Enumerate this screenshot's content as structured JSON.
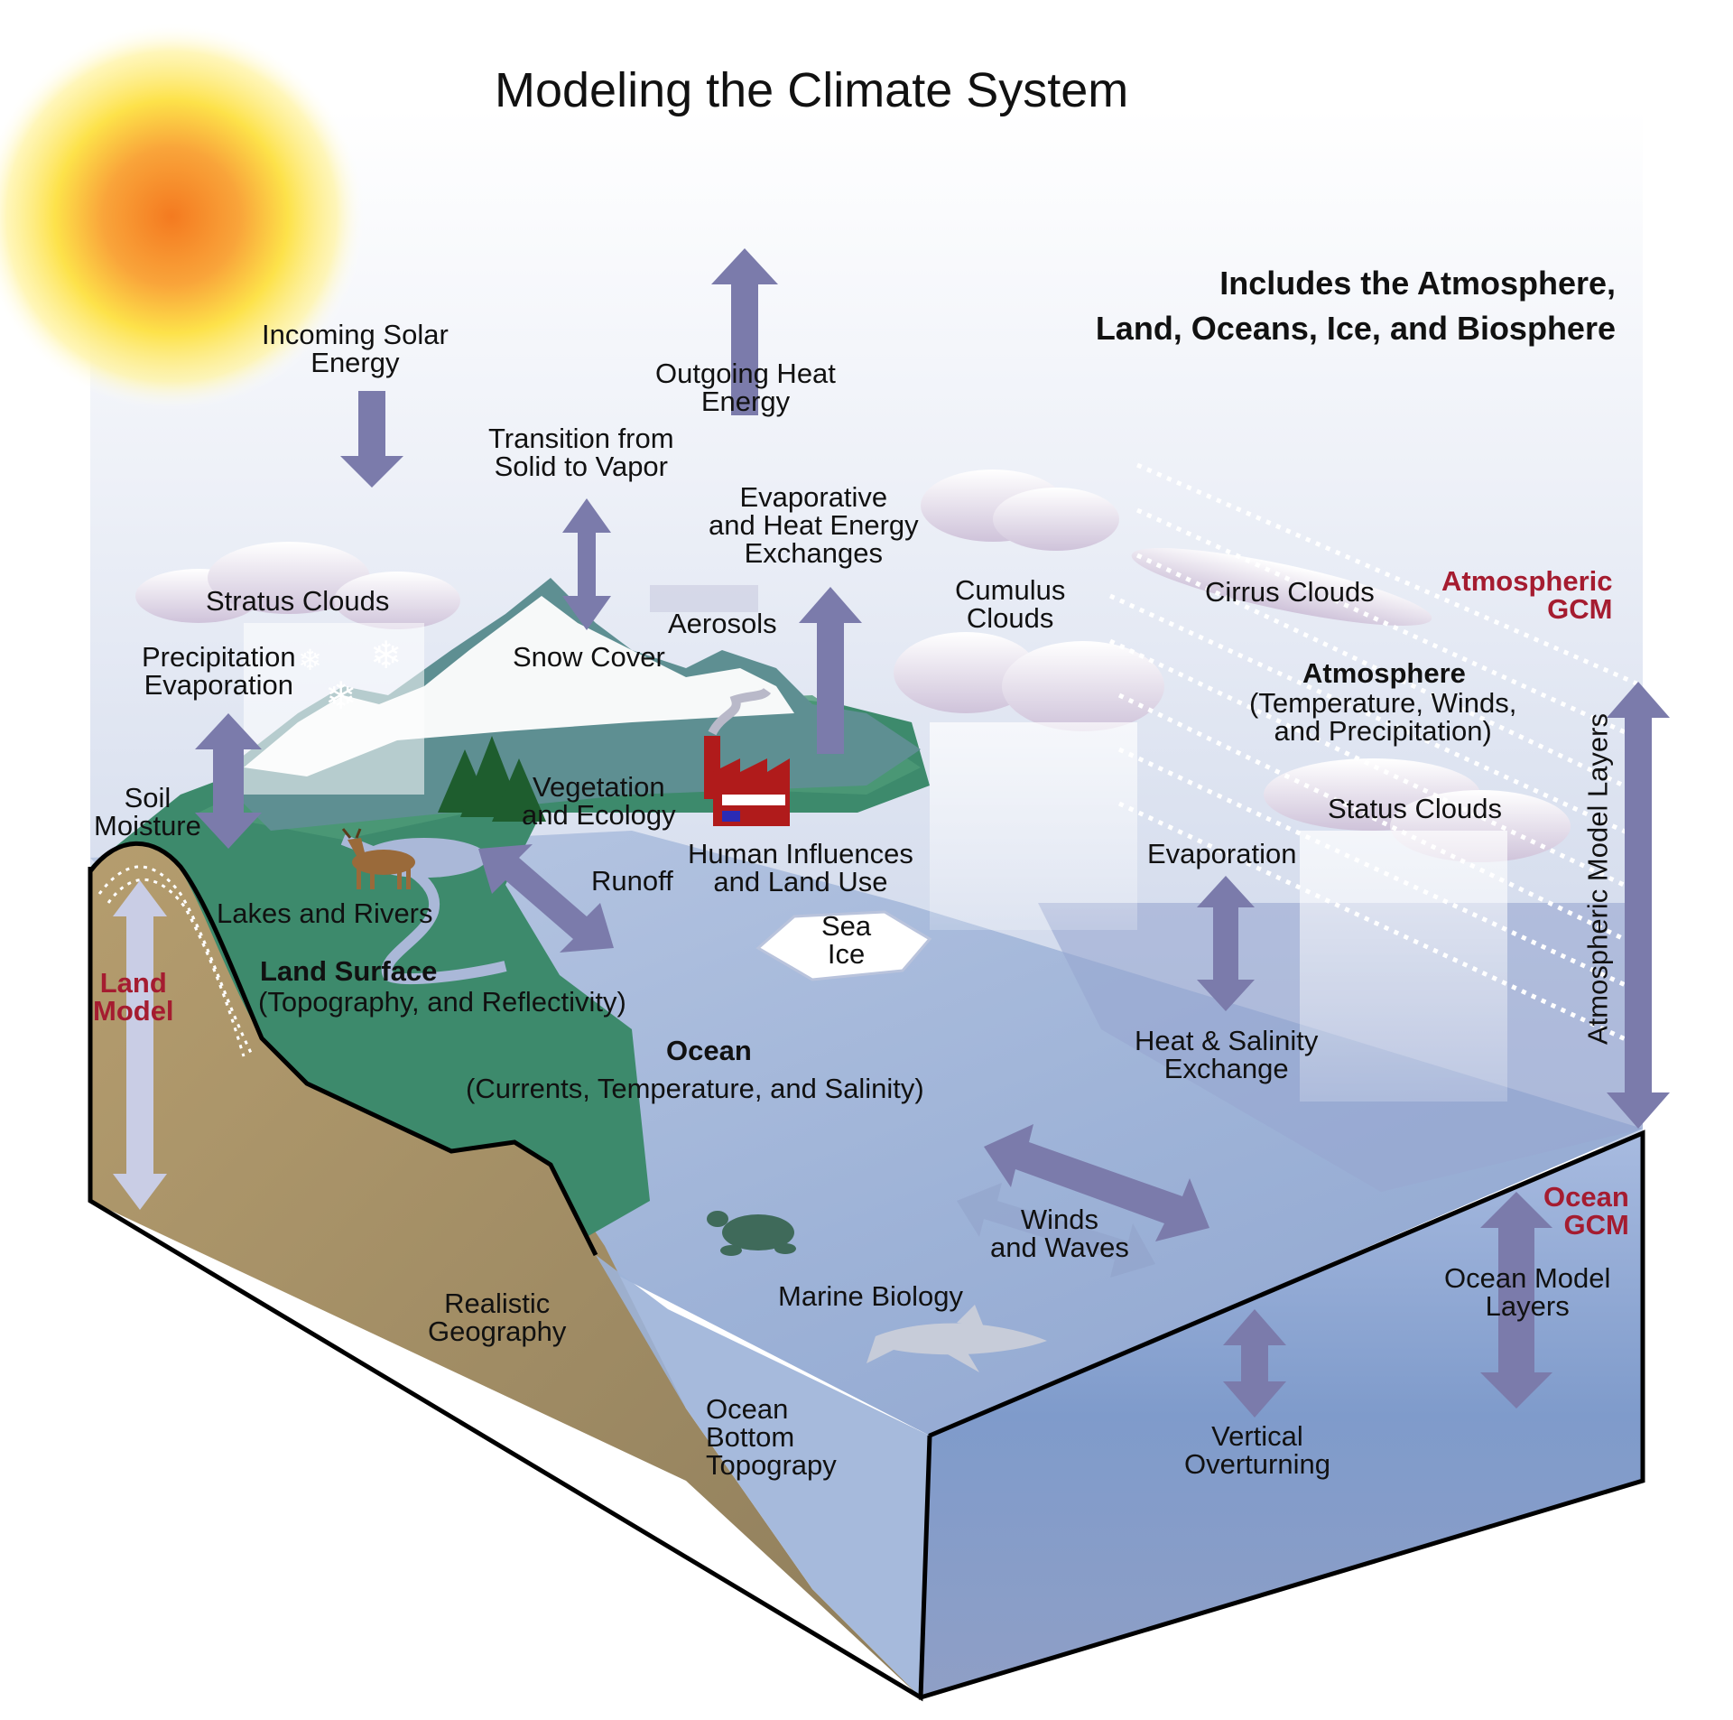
{
  "title": "Modeling the Climate System",
  "subtitle_line1": "Includes the Atmosphere,",
  "subtitle_line2": "Land, Oceans, Ice, and Biosphere",
  "labels": {
    "incoming_solar": "Incoming Solar\nEnergy",
    "outgoing_heat": "Outgoing Heat\nEnergy",
    "transition": "Transition from\nSolid to Vapor",
    "evaporative": "Evaporative\nand Heat Energy\nExchanges",
    "aerosols": "Aerosols",
    "snow_cover": "Snow Cover",
    "stratus_clouds": "Stratus Clouds",
    "precip_evap": "Precipitation\nEvaporation",
    "cumulus_clouds": "Cumulus\nClouds",
    "cirrus_clouds": "Cirrus Clouds",
    "atmospheric_gcm": "Atmospheric\nGCM",
    "atmosphere_title": "Atmosphere",
    "atmosphere_desc": "(Temperature, Winds,\nand Precipitation)",
    "status_clouds": "Status Clouds",
    "atm_model_layers": "Atmospheric Model Layers",
    "soil_moisture": "Soil\nMoisture",
    "vegetation": "Vegetation\nand Ecology",
    "human_influences": "Human Influences\nand Land Use",
    "runoff": "Runoff",
    "lakes_rivers": "Lakes and Rivers",
    "evaporation": "Evaporation",
    "sea_ice": "Sea\nIce",
    "land_surface_title": "Land Surface",
    "land_surface_desc": "(Topography, and Reflectivity)",
    "land_model": "Land\nModel",
    "ocean_title": "Ocean",
    "ocean_desc": "(Currents, Temperature, and Salinity)",
    "heat_salinity": "Heat & Salinity\nExchange",
    "winds_waves": "Winds\nand Waves",
    "ocean_gcm": "Ocean\nGCM",
    "ocean_model_layers": "Ocean Model\nLayers",
    "marine_biology": "Marine Biology",
    "realistic_geography": "Realistic\nGeography",
    "ocean_bottom": "Ocean\nBottom\nTopograpy",
    "vertical_overturning": "Vertical\nOverturning"
  },
  "icons": [
    "sun-icon",
    "factory-icon",
    "deer-icon",
    "turtle-icon",
    "shark-icon",
    "tree-icon",
    "snowflake-icon",
    "cloud-icon",
    "arrow-icon"
  ],
  "colors": {
    "arrow": "#7b7bab",
    "sky": "#dfe6f3",
    "ocean": "#9fb4d6",
    "land_green": "#3e8a6e",
    "soil": "#a89670",
    "red_label": "#a51c30",
    "sun_core": "#f7801f"
  }
}
